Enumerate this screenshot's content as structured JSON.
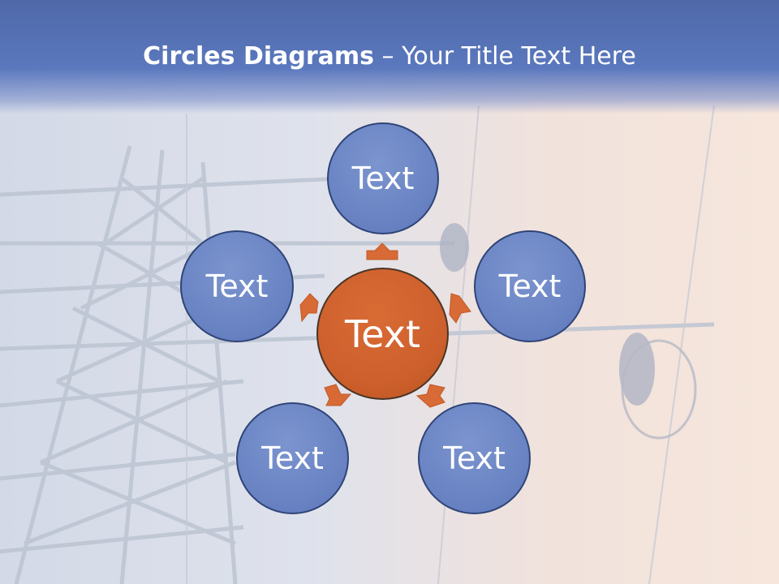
{
  "header": {
    "title_bold": "Circles Diagrams",
    "title_dash": " – ",
    "title_rest": "Your Title Text Here"
  },
  "diagram": {
    "center_label": "Text",
    "satellites": [
      {
        "label": "Text"
      },
      {
        "label": "Text"
      },
      {
        "label": "Text"
      },
      {
        "label": "Text"
      },
      {
        "label": "Text"
      }
    ]
  },
  "colors": {
    "header": "#5470b4",
    "satellite_fill": "#6a84c4",
    "satellite_border": "#2f4476",
    "center_fill": "#cc5f2c",
    "arrow_fill": "#d86a35"
  }
}
